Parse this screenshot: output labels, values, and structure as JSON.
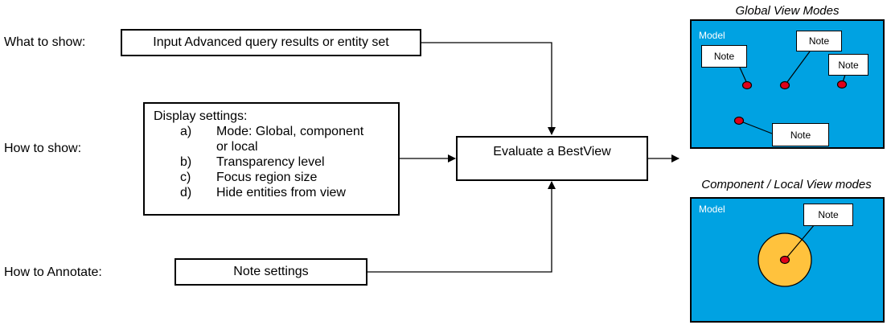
{
  "labels": {
    "what_to_show": "What to show:",
    "how_to_show": "How to show:",
    "how_to_annotate": "How to Annotate:"
  },
  "input_box": {
    "text": "Input Advanced query results or entity set"
  },
  "display_settings": {
    "title": "Display settings:",
    "items": [
      {
        "marker": "a)",
        "text": "Mode: Global, component"
      },
      {
        "marker": "",
        "text": "or local"
      },
      {
        "marker": "b)",
        "text": "Transparency level"
      },
      {
        "marker": "c)",
        "text": "Focus region size"
      },
      {
        "marker": "d)",
        "text": "Hide entities from view"
      }
    ]
  },
  "note_settings": {
    "text": "Note settings"
  },
  "evaluate_box": {
    "text": "Evaluate a BestView"
  },
  "global_panel": {
    "title": "Global View Modes",
    "model_label": "Model",
    "notes": [
      "Note",
      "Note",
      "Note",
      "Note"
    ]
  },
  "component_panel": {
    "title": "Component / Local View modes",
    "model_label": "Model",
    "notes": [
      "Note"
    ]
  },
  "colors": {
    "panel_fill": "#00a2e2",
    "point_fill": "#e0001a",
    "focus_region_fill": "#ffc23d",
    "border": "#000000"
  }
}
